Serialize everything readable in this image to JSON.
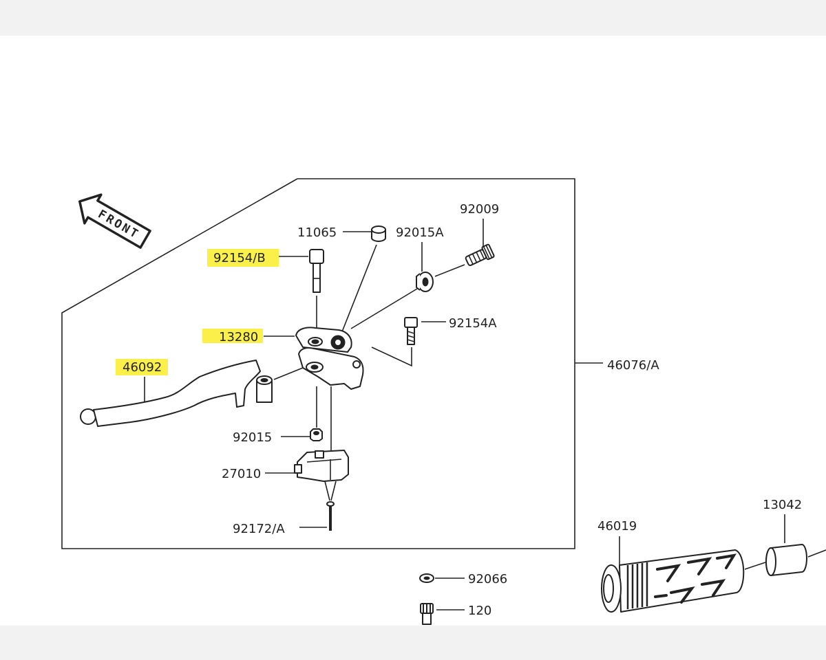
{
  "front_sign": {
    "label": "FRONT"
  },
  "callouts": [
    {
      "label": "92009"
    },
    {
      "label": "11065"
    },
    {
      "label": "92015A"
    },
    {
      "label": "92154/B",
      "highlighted": true
    },
    {
      "label": "92154A"
    },
    {
      "label": "13280",
      "highlighted": true
    },
    {
      "label": "46092",
      "highlighted": true
    },
    {
      "label": "46076/A"
    },
    {
      "label": "92015"
    },
    {
      "label": "27010"
    },
    {
      "label": "92172/A"
    },
    {
      "label": "13042"
    },
    {
      "label": "46019"
    },
    {
      "label": "92066"
    },
    {
      "label": "120"
    }
  ],
  "colors": {
    "highlight": "#fbf04a",
    "line": "#222222",
    "band": "#f2f2f2"
  }
}
